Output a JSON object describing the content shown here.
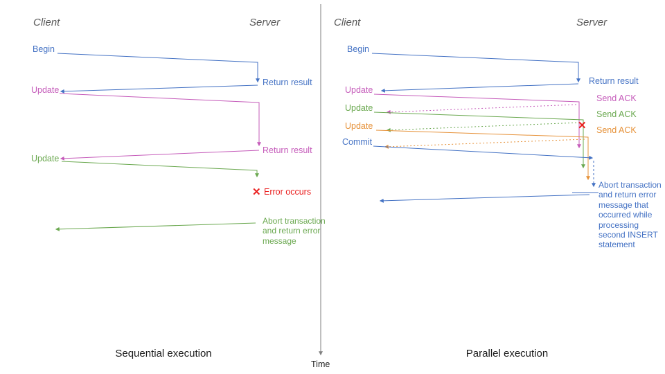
{
  "palette": {
    "blue": "#4472C4",
    "pink": "#C55BBA",
    "green": "#6AA84F",
    "orange": "#E69138",
    "red": "#EA1F1F",
    "header_gray": "#595959",
    "axis_gray": "#7F7F7F"
  },
  "time_axis": {
    "label": "Time"
  },
  "left": {
    "caption": "Sequential execution",
    "client_header": "Client",
    "server_header": "Server",
    "messages": {
      "begin": "Begin",
      "return_result_1": "Return result",
      "update_1": "Update",
      "return_result_2": "Return result",
      "update_2": "Update",
      "error_mark": "✕",
      "error_label": "Error occurs",
      "abort_label": "Abort transaction and return error message"
    }
  },
  "right": {
    "caption": "Parallel execution",
    "client_header": "Client",
    "server_header": "Server",
    "messages": {
      "begin": "Begin",
      "return_result": "Return result",
      "update_1": "Update",
      "send_ack_1": "Send ACK",
      "update_2": "Update",
      "send_ack_2": "Send ACK",
      "update_3": "Update",
      "send_ack_3": "Send ACK",
      "commit": "Commit",
      "error_mark": "✕",
      "abort_label": "Abort transaction and return error message that occurred while processing second INSERT statement"
    }
  }
}
